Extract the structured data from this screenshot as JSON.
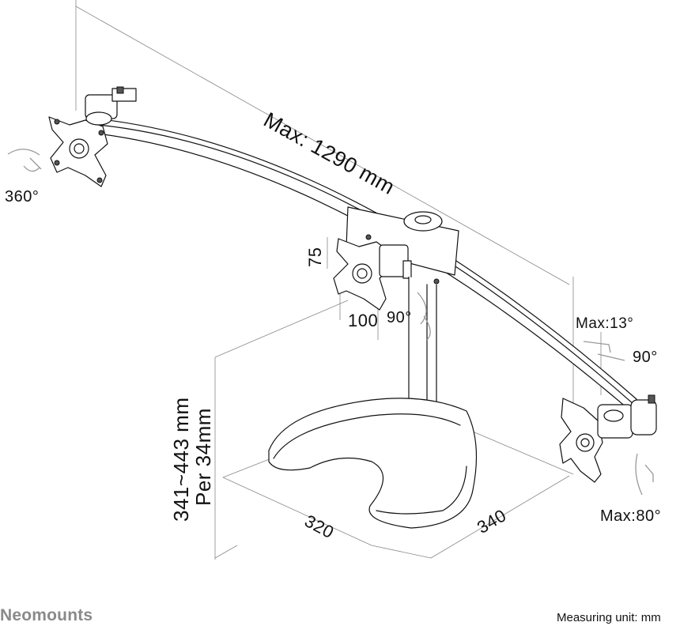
{
  "labels": {
    "max_length": "Max: 1290 mm",
    "rotation": "360°",
    "vesa_height": "75",
    "vesa_width": "100",
    "swivel_center": "90°",
    "tilt_up": "Max:13°",
    "swivel_right": "90°",
    "tilt_down": "Max:80°",
    "height_range": "341~443 mm",
    "height_step": "Per 34mm",
    "base_depth": "320",
    "base_width": "340"
  },
  "footer": {
    "brand": "Neomounts",
    "measuring_unit": "Measuring unit: mm"
  }
}
